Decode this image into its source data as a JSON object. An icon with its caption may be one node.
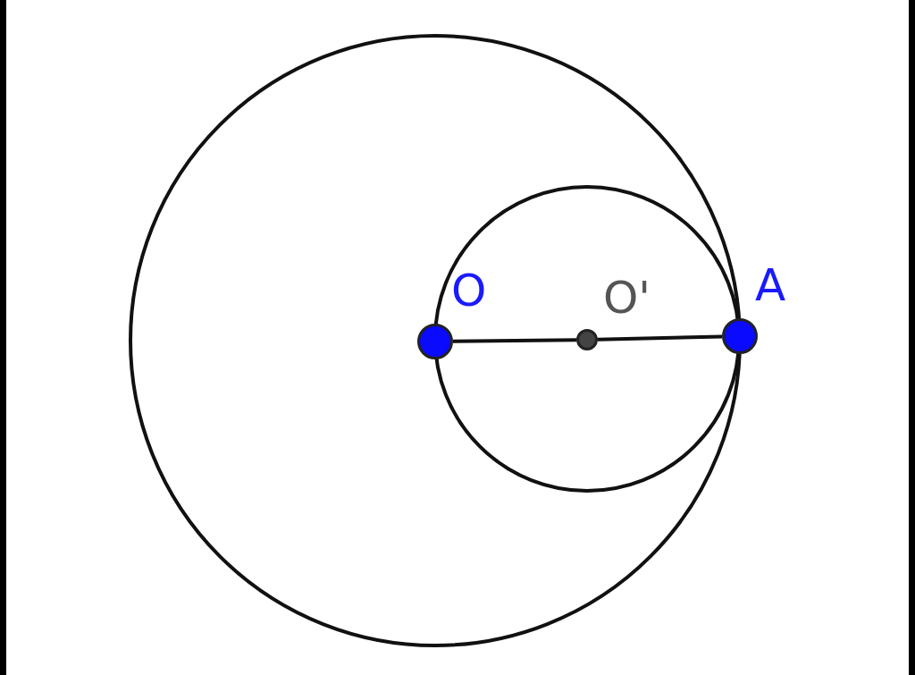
{
  "diagram": {
    "nodes": [
      {
        "text": [],
        "shape": "circle",
        "beside": [
          "O"
        ]
      },
      {
        "text": [],
        "shape": "circle",
        "beside": [
          "O'"
        ]
      },
      {
        "text": [],
        "shape": "circle",
        "beside": [
          "A"
        ]
      }
    ],
    "edges": [
      {
        "from": 0,
        "to": 1,
        "arrow": "none"
      },
      {
        "from": 1,
        "to": 2,
        "arrow": "none"
      }
    ]
  }
}
